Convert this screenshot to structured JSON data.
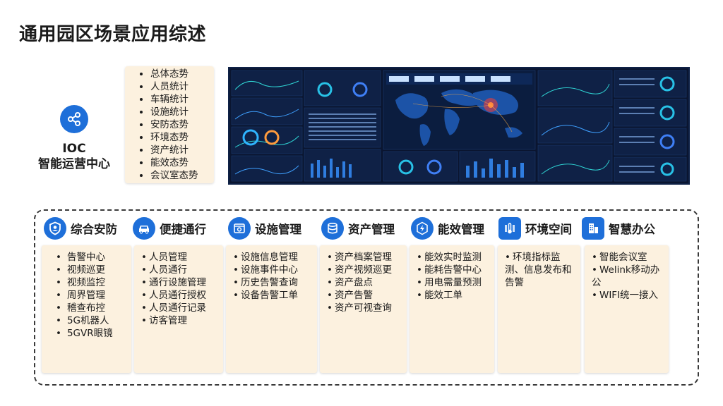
{
  "page": {
    "title": "通用园区场景应用综述"
  },
  "ioc": {
    "icon": "share-nodes-icon",
    "label_line1": "IOC",
    "label_line2": "智能运营中心",
    "items": [
      "总体态势",
      "人员统计",
      "车辆统计",
      "设施统计",
      "安防态势",
      "环境态势",
      "资产统计",
      "能效态势",
      "会议室态势"
    ]
  },
  "dashboard": {
    "description": "IOC dashboard screenshot"
  },
  "modules": [
    {
      "id": "security",
      "icon": "shield-user-icon",
      "title": "综合安防",
      "items": [
        "告警中心",
        "视频巡更",
        "视频监控",
        "周界管理",
        "稽查布控",
        "5G机器人",
        "5GVR眼镜"
      ]
    },
    {
      "id": "access",
      "icon": "car-icon",
      "title": "便捷通行",
      "items": [
        "人员管理",
        "人员通行",
        "通行设施管理",
        "人员通行授权",
        "人员通行记录",
        "访客管理"
      ]
    },
    {
      "id": "facility",
      "icon": "gear-screen-icon",
      "title": "设施管理",
      "items": [
        "设施信息管理",
        "设施事件中心",
        "历史告警查询",
        "设备告警工单"
      ]
    },
    {
      "id": "asset",
      "icon": "database-icon",
      "title": "资产管理",
      "items": [
        "资产档案管理",
        "资产视频巡更",
        "资产盘点",
        "资产告警",
        "资产可视查询"
      ]
    },
    {
      "id": "energy",
      "icon": "lightning-icon",
      "title": "能效管理",
      "items": [
        "能效实时监测",
        "能耗告警中心",
        "用电需量预测",
        "能效工单"
      ]
    },
    {
      "id": "environment",
      "icon": "thermometer-icon",
      "title": "环境空间",
      "items": [
        "环境指标监测、信息发布和告警"
      ]
    },
    {
      "id": "office",
      "icon": "building-icon",
      "title": "智慧办公",
      "items": [
        "智能会议室",
        "Welink移动办公",
        "WIFI统一接入"
      ]
    }
  ],
  "colors": {
    "accent": "#1e6fd9",
    "card_bg": "#fcf1df",
    "dashboard_bg": "#0b1730"
  }
}
